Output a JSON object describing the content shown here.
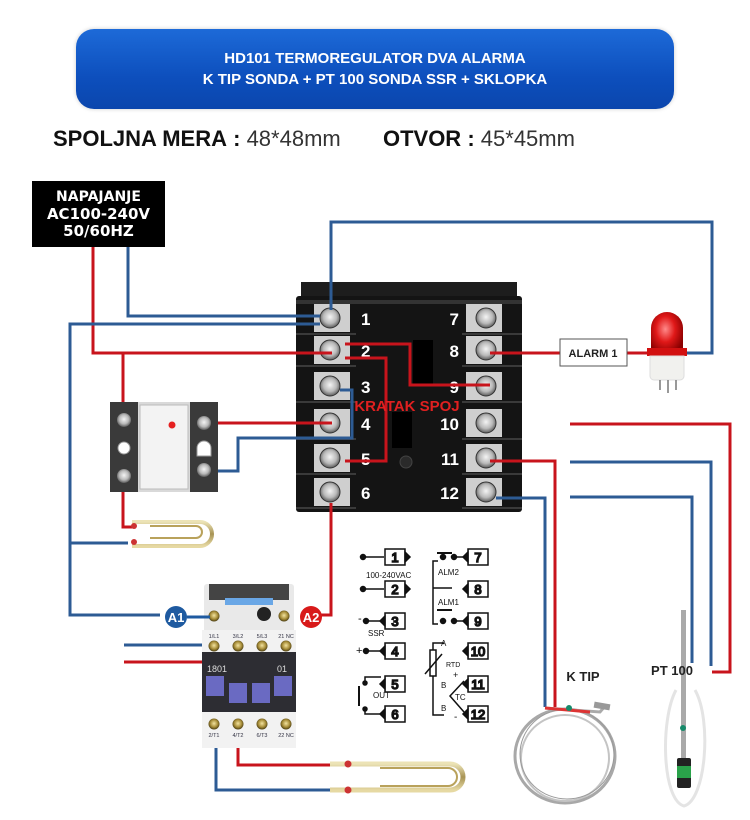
{
  "banner": {
    "line1": "HD101 TERMOREGULATOR DVA ALARMA",
    "line2": "K TIP SONDA + PT 100 SONDA SSR + SKLOPKA"
  },
  "dimensions": {
    "outer_label": "SPOLJNA MERA",
    "outer_value": "48*48mm",
    "cutout_label": "OTVOR",
    "cutout_value": "45*45mm",
    "separator": ":"
  },
  "power_supply": {
    "title": "NAPAJANJE",
    "voltage": "AC100-240V",
    "frequency": "50/60HZ"
  },
  "controller": {
    "left_terminals": [
      "1",
      "2",
      "3",
      "4",
      "5",
      "6"
    ],
    "right_terminals": [
      "7",
      "8",
      "9",
      "10",
      "11",
      "12"
    ],
    "short_circuit_label": "KRATAK SPOJ"
  },
  "alarm": {
    "label": "ALARM 1"
  },
  "contactor": {
    "coil_a1": "A1",
    "coil_a2": "A2",
    "top_labels": [
      "1/L1",
      "3/L2",
      "5/L3",
      "21 NC"
    ],
    "bottom_labels": [
      "2/T1",
      "4/T2",
      "6/T3",
      "22 NC"
    ],
    "model": "1801",
    "aux": "01"
  },
  "schematic": {
    "left": [
      "1",
      "2",
      "3",
      "4",
      "5",
      "6"
    ],
    "right": [
      "7",
      "8",
      "9",
      "10",
      "11",
      "12"
    ],
    "power_label": "100-240VAC",
    "ssr_label": "SSR",
    "ssr_minus": "-",
    "ssr_plus": "+",
    "out_label": "OUT",
    "alm2_label": "ALM2",
    "alm1_label": "ALM1",
    "rtd_label": "RTD",
    "tc_label": "TC",
    "a_label": "A",
    "b_label": "B",
    "plus": "+",
    "minus": "-"
  },
  "sensors": {
    "k_type": "K TIP",
    "pt100": "PT 100"
  },
  "colors": {
    "banner_blue": "#0d4fbd",
    "wire_red": "#c8141c",
    "wire_blue": "#2d5b94",
    "controller_body": "#141414"
  }
}
